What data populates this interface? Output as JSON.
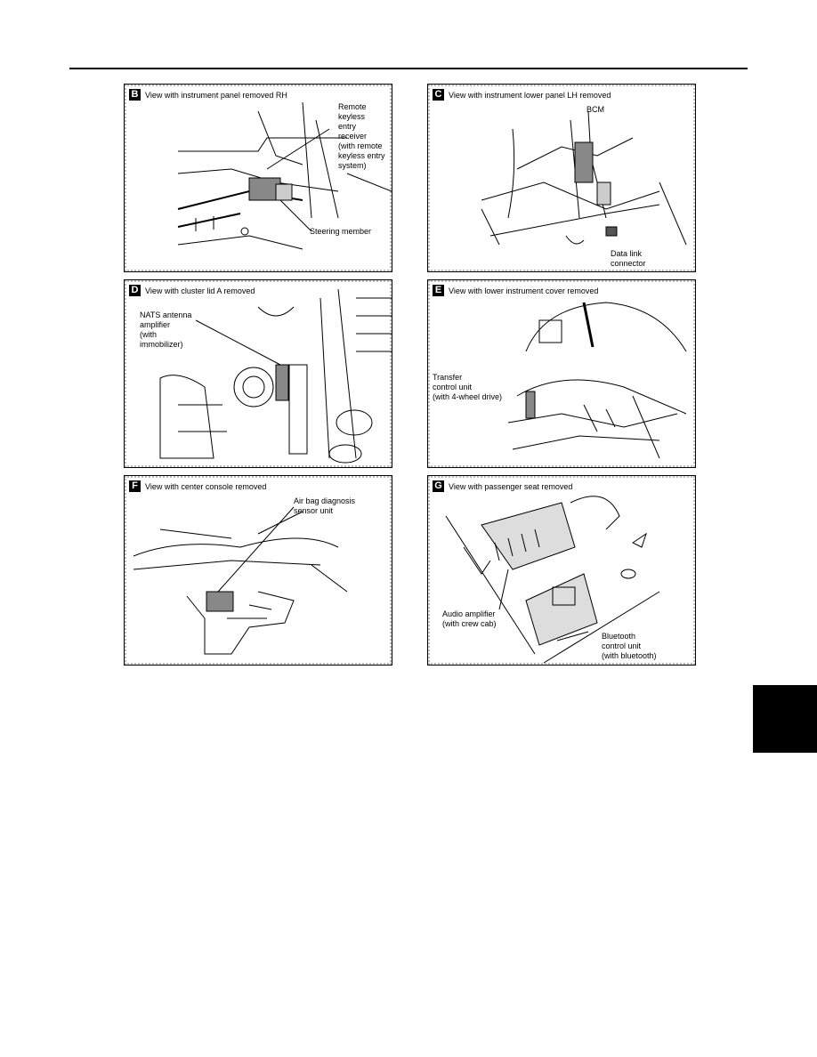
{
  "panels": {
    "B": {
      "letter": "B",
      "title": "View with instrument panel removed RH",
      "callouts": [
        "Remote\nkeyless\nentry\nreceiver\n(with remote\nkeyless entry\nsystem)",
        "Steering member"
      ]
    },
    "C": {
      "letter": "C",
      "title": "View with instrument lower panel LH removed",
      "callouts": [
        "BCM",
        "Data link\nconnector"
      ]
    },
    "D": {
      "letter": "D",
      "title": "View with cluster lid A removed",
      "callouts": [
        "NATS antenna\namplifier\n(with\nimmobilizer)"
      ]
    },
    "E": {
      "letter": "E",
      "title": "View with lower instrument cover removed",
      "callouts": [
        "Transfer\ncontrol unit\n(with 4-wheel drive)"
      ]
    },
    "F": {
      "letter": "F",
      "title": "View with center console removed",
      "callouts": [
        "Air bag diagnosis\nsensor unit"
      ]
    },
    "G": {
      "letter": "G",
      "title": "View with passenger seat removed",
      "callouts": [
        "Audio amplifier\n(with crew cab)",
        "Bluetooth\ncontrol unit\n(with bluetooth)"
      ]
    }
  }
}
